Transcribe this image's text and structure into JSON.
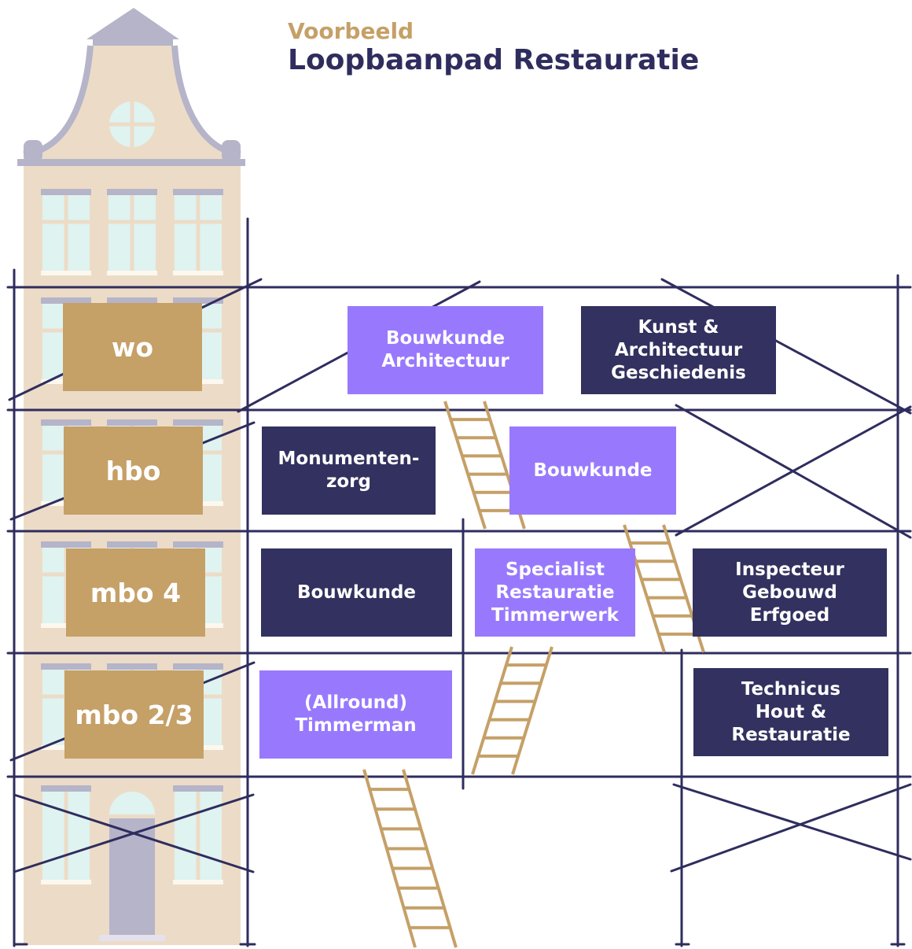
{
  "header": {
    "subtitle": "Voorbeeld",
    "title": "Loopbaanpad Restauratie"
  },
  "levels": [
    "wo",
    "hbo",
    "mbo 4",
    "mbo 2/3"
  ],
  "programs": {
    "wo_1": "Bouwkunde\nArchitectuur",
    "wo_2": "Kunst &\nArchitectuur\nGeschiedenis",
    "hbo_1": "Monumenten-\nzorg",
    "hbo_2": "Bouwkunde",
    "mbo4_1": "Bouwkunde",
    "mbo4_2": "Specialist\nRestauratie\nTimmerwerk",
    "mbo4_3": "Inspecteur\nGebouwd\nErfgoed",
    "mbo23_1": "(Allround)\nTimmerman",
    "mbo23_2": "Technicus\nHout &\nRestauratie"
  },
  "colors": {
    "level": "#c5a067",
    "purple": "#9879fd",
    "navy": "#32315f",
    "scaffold": "#2f2d5e",
    "ladder": "#c5a067",
    "facade": "#ecdcc7",
    "window": "#dff3f1",
    "roof": "#b5b4c9"
  }
}
